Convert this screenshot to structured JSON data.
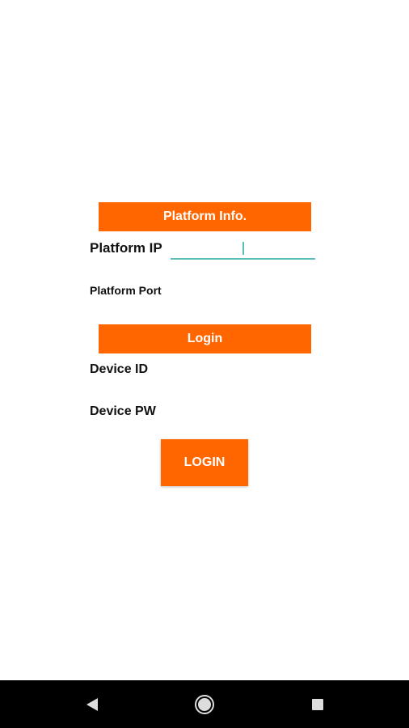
{
  "colors": {
    "accent": "#ff6600",
    "input_underline": "#5bbfb9",
    "nav_bar": "#000000"
  },
  "platform_section": {
    "header": "Platform Info.",
    "ip_label": "Platform IP",
    "ip_value": "",
    "port_label": "Platform Port"
  },
  "login_section": {
    "header": "Login",
    "device_id_label": "Device ID",
    "device_pw_label": "Device PW",
    "login_button": "LOGIN"
  },
  "nav_bar": {
    "back_icon": "back-triangle-icon",
    "home_icon": "home-circle-icon",
    "recents_icon": "recents-square-icon"
  }
}
